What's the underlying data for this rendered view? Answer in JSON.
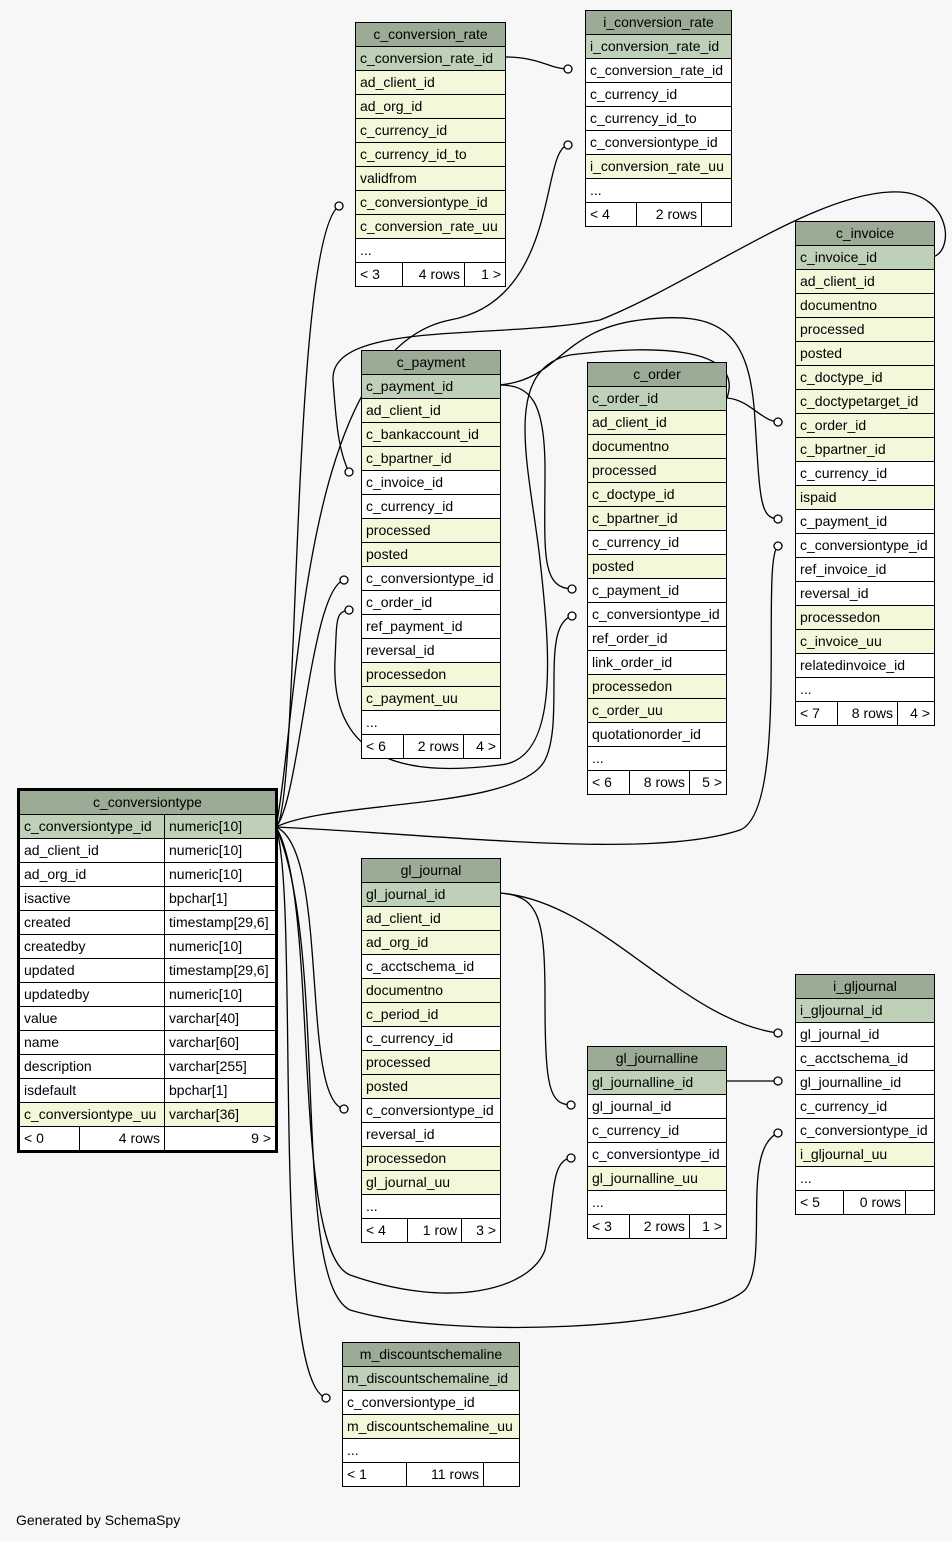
{
  "footer": "Generated by SchemaSpy",
  "colors": {
    "header": "#9cab96",
    "primary_key": "#bed1b8",
    "indexed": "#f4f7da",
    "plain": "#ffffff",
    "background": "#f7f7f7"
  },
  "tables": {
    "c_conversion_rate": {
      "name": "c_conversion_rate",
      "columns": [
        {
          "name": "c_conversion_rate_id",
          "kind": "pk"
        },
        {
          "name": "ad_client_id",
          "kind": "idx"
        },
        {
          "name": "ad_org_id",
          "kind": "idx"
        },
        {
          "name": "c_currency_id",
          "kind": "idx"
        },
        {
          "name": "c_currency_id_to",
          "kind": "idx"
        },
        {
          "name": "validfrom",
          "kind": "idx"
        },
        {
          "name": "c_conversiontype_id",
          "kind": "idx"
        },
        {
          "name": "c_conversion_rate_uu",
          "kind": "idx"
        },
        {
          "name": "...",
          "kind": "std"
        }
      ],
      "footer": {
        "parents": "< 3",
        "rows": "4 rows",
        "children": "1 >"
      }
    },
    "i_conversion_rate": {
      "name": "i_conversion_rate",
      "columns": [
        {
          "name": "i_conversion_rate_id",
          "kind": "pk"
        },
        {
          "name": "c_conversion_rate_id",
          "kind": "std"
        },
        {
          "name": "c_currency_id",
          "kind": "std"
        },
        {
          "name": "c_currency_id_to",
          "kind": "std"
        },
        {
          "name": "c_conversiontype_id",
          "kind": "std"
        },
        {
          "name": "i_conversion_rate_uu",
          "kind": "idx"
        },
        {
          "name": "...",
          "kind": "std"
        }
      ],
      "footer": {
        "parents": "< 4",
        "rows": "2 rows",
        "children": ""
      }
    },
    "c_invoice": {
      "name": "c_invoice",
      "columns": [
        {
          "name": "c_invoice_id",
          "kind": "pk"
        },
        {
          "name": "ad_client_id",
          "kind": "idx"
        },
        {
          "name": "documentno",
          "kind": "idx"
        },
        {
          "name": "processed",
          "kind": "idx"
        },
        {
          "name": "posted",
          "kind": "idx"
        },
        {
          "name": "c_doctype_id",
          "kind": "idx"
        },
        {
          "name": "c_doctypetarget_id",
          "kind": "idx"
        },
        {
          "name": "c_order_id",
          "kind": "idx"
        },
        {
          "name": "c_bpartner_id",
          "kind": "idx"
        },
        {
          "name": "c_currency_id",
          "kind": "std"
        },
        {
          "name": "ispaid",
          "kind": "idx"
        },
        {
          "name": "c_payment_id",
          "kind": "std"
        },
        {
          "name": "c_conversiontype_id",
          "kind": "std"
        },
        {
          "name": "ref_invoice_id",
          "kind": "std"
        },
        {
          "name": "reversal_id",
          "kind": "std"
        },
        {
          "name": "processedon",
          "kind": "idx"
        },
        {
          "name": "c_invoice_uu",
          "kind": "idx"
        },
        {
          "name": "relatedinvoice_id",
          "kind": "std"
        },
        {
          "name": "...",
          "kind": "std"
        }
      ],
      "footer": {
        "parents": "< 7",
        "rows": "8 rows",
        "children": "4 >"
      }
    },
    "c_payment": {
      "name": "c_payment",
      "columns": [
        {
          "name": "c_payment_id",
          "kind": "pk"
        },
        {
          "name": "ad_client_id",
          "kind": "idx"
        },
        {
          "name": "c_bankaccount_id",
          "kind": "idx"
        },
        {
          "name": "c_bpartner_id",
          "kind": "idx"
        },
        {
          "name": "c_invoice_id",
          "kind": "std"
        },
        {
          "name": "c_currency_id",
          "kind": "std"
        },
        {
          "name": "processed",
          "kind": "idx"
        },
        {
          "name": "posted",
          "kind": "idx"
        },
        {
          "name": "c_conversiontype_id",
          "kind": "std"
        },
        {
          "name": "c_order_id",
          "kind": "std"
        },
        {
          "name": "ref_payment_id",
          "kind": "std"
        },
        {
          "name": "reversal_id",
          "kind": "std"
        },
        {
          "name": "processedon",
          "kind": "idx"
        },
        {
          "name": "c_payment_uu",
          "kind": "idx"
        },
        {
          "name": "...",
          "kind": "std"
        }
      ],
      "footer": {
        "parents": "< 6",
        "rows": "2 rows",
        "children": "4 >"
      }
    },
    "c_order": {
      "name": "c_order",
      "columns": [
        {
          "name": "c_order_id",
          "kind": "pk"
        },
        {
          "name": "ad_client_id",
          "kind": "idx"
        },
        {
          "name": "documentno",
          "kind": "idx"
        },
        {
          "name": "processed",
          "kind": "idx"
        },
        {
          "name": "c_doctype_id",
          "kind": "idx"
        },
        {
          "name": "c_bpartner_id",
          "kind": "idx"
        },
        {
          "name": "c_currency_id",
          "kind": "std"
        },
        {
          "name": "posted",
          "kind": "idx"
        },
        {
          "name": "c_payment_id",
          "kind": "std"
        },
        {
          "name": "c_conversiontype_id",
          "kind": "std"
        },
        {
          "name": "ref_order_id",
          "kind": "std"
        },
        {
          "name": "link_order_id",
          "kind": "std"
        },
        {
          "name": "processedon",
          "kind": "idx"
        },
        {
          "name": "c_order_uu",
          "kind": "idx"
        },
        {
          "name": "quotationorder_id",
          "kind": "std"
        },
        {
          "name": "...",
          "kind": "std"
        }
      ],
      "footer": {
        "parents": "< 6",
        "rows": "8 rows",
        "children": "5 >"
      }
    },
    "c_conversiontype": {
      "name": "c_conversiontype",
      "columns": [
        {
          "name": "c_conversiontype_id",
          "type": "numeric[10]",
          "kind": "pk"
        },
        {
          "name": "ad_client_id",
          "type": "numeric[10]",
          "kind": "std"
        },
        {
          "name": "ad_org_id",
          "type": "numeric[10]",
          "kind": "std"
        },
        {
          "name": "isactive",
          "type": "bpchar[1]",
          "kind": "std"
        },
        {
          "name": "created",
          "type": "timestamp[29,6]",
          "kind": "std"
        },
        {
          "name": "createdby",
          "type": "numeric[10]",
          "kind": "std"
        },
        {
          "name": "updated",
          "type": "timestamp[29,6]",
          "kind": "std"
        },
        {
          "name": "updatedby",
          "type": "numeric[10]",
          "kind": "std"
        },
        {
          "name": "value",
          "type": "varchar[40]",
          "kind": "std"
        },
        {
          "name": "name",
          "type": "varchar[60]",
          "kind": "std"
        },
        {
          "name": "description",
          "type": "varchar[255]",
          "kind": "std"
        },
        {
          "name": "isdefault",
          "type": "bpchar[1]",
          "kind": "std"
        },
        {
          "name": "c_conversiontype_uu",
          "type": "varchar[36]",
          "kind": "idx"
        }
      ],
      "footer": {
        "parents": "< 0",
        "rows": "4 rows",
        "children": "9 >"
      }
    },
    "gl_journal": {
      "name": "gl_journal",
      "columns": [
        {
          "name": "gl_journal_id",
          "kind": "pk"
        },
        {
          "name": "ad_client_id",
          "kind": "idx"
        },
        {
          "name": "ad_org_id",
          "kind": "idx"
        },
        {
          "name": "c_acctschema_id",
          "kind": "std"
        },
        {
          "name": "documentno",
          "kind": "idx"
        },
        {
          "name": "c_period_id",
          "kind": "idx"
        },
        {
          "name": "c_currency_id",
          "kind": "std"
        },
        {
          "name": "processed",
          "kind": "idx"
        },
        {
          "name": "posted",
          "kind": "idx"
        },
        {
          "name": "c_conversiontype_id",
          "kind": "std"
        },
        {
          "name": "reversal_id",
          "kind": "std"
        },
        {
          "name": "processedon",
          "kind": "idx"
        },
        {
          "name": "gl_journal_uu",
          "kind": "idx"
        },
        {
          "name": "...",
          "kind": "std"
        }
      ],
      "footer": {
        "parents": "< 4",
        "rows": "1 row",
        "children": "3 >"
      }
    },
    "gl_journalline": {
      "name": "gl_journalline",
      "columns": [
        {
          "name": "gl_journalline_id",
          "kind": "pk"
        },
        {
          "name": "gl_journal_id",
          "kind": "std"
        },
        {
          "name": "c_currency_id",
          "kind": "std"
        },
        {
          "name": "c_conversiontype_id",
          "kind": "std"
        },
        {
          "name": "gl_journalline_uu",
          "kind": "idx"
        },
        {
          "name": "...",
          "kind": "std"
        }
      ],
      "footer": {
        "parents": "< 3",
        "rows": "2 rows",
        "children": "1 >"
      }
    },
    "i_gljournal": {
      "name": "i_gljournal",
      "columns": [
        {
          "name": "i_gljournal_id",
          "kind": "pk"
        },
        {
          "name": "gl_journal_id",
          "kind": "std"
        },
        {
          "name": "c_acctschema_id",
          "kind": "std"
        },
        {
          "name": "gl_journalline_id",
          "kind": "std"
        },
        {
          "name": "c_currency_id",
          "kind": "std"
        },
        {
          "name": "c_conversiontype_id",
          "kind": "std"
        },
        {
          "name": "i_gljournal_uu",
          "kind": "idx"
        },
        {
          "name": "...",
          "kind": "std"
        }
      ],
      "footer": {
        "parents": "< 5",
        "rows": "0 rows",
        "children": ""
      }
    },
    "m_discountschemaline": {
      "name": "m_discountschemaline",
      "columns": [
        {
          "name": "m_discountschemaline_id",
          "kind": "pk"
        },
        {
          "name": "c_conversiontype_id",
          "kind": "std"
        },
        {
          "name": "m_discountschemaline_uu",
          "kind": "idx"
        },
        {
          "name": "...",
          "kind": "std"
        }
      ],
      "footer": {
        "parents": "< 1",
        "rows": "11 rows",
        "children": ""
      }
    }
  }
}
